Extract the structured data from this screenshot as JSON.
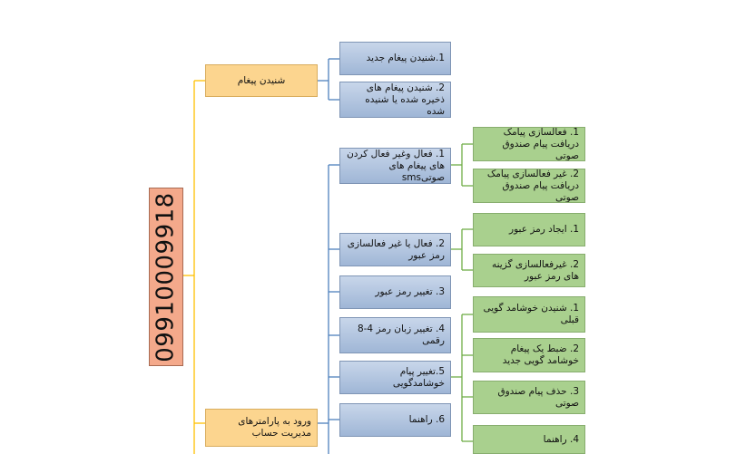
{
  "root": {
    "label": "09910009918"
  },
  "branches": [
    {
      "label": "شنیدن پیغام"
    },
    {
      "label": "ورود به پارامترهای مدیریت حساب"
    }
  ],
  "listen_items": [
    {
      "label": "1.شنیدن پیغام جدید"
    },
    {
      "label": "2. شنیدن پیغام های ذخیره شده یا شنیده شده"
    }
  ],
  "account_items": [
    {
      "label": "1. فعال وغیر فعال کردن های پیغام های صوتیsms"
    },
    {
      "label": "2. فعال یا غیر فعالسازی رمز عبور"
    },
    {
      "label": "3. تغییر رمز عبور"
    },
    {
      "label": "4. تغییر زبان رمز 4-8 رقمی"
    },
    {
      "label": "5.تغییر پیام خوشامدگویی"
    },
    {
      "label": "6. راهنما"
    }
  ],
  "sms_items": [
    {
      "label": "1. فعالسازی پیامک دریافت پیام صندوق صوتی"
    },
    {
      "label": "2. غیر فعالسازی پیامک دریافت پیام صندوق صوتی"
    }
  ],
  "password_items": [
    {
      "label": "1. ایجاد رمز عبور"
    },
    {
      "label": "2. غیرفعالسازی گزینه های رمز عبور"
    }
  ],
  "greeting_items": [
    {
      "label": "1. شنیدن خوشامد گویی قبلی"
    },
    {
      "label": "2. ضبط یک پیغام خوشامد گویی جدید"
    },
    {
      "label": "3. حذف پیام صندوق صوتی"
    },
    {
      "label": "4. راهنما"
    }
  ],
  "colors": {
    "connector": "#ffc000",
    "connector_blue": "#4f81bd",
    "connector_green": "#70ad47"
  }
}
